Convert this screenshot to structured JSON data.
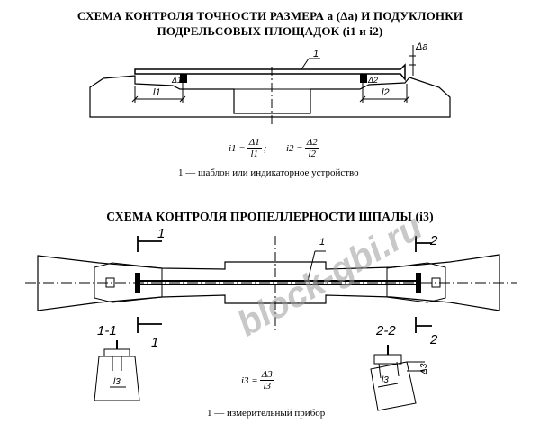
{
  "titles": {
    "top_line1": "СХЕМА КОНТРОЛЯ ТОЧНОСТИ РАЗМЕРА a (Δa) И ПОДУКЛОНКИ",
    "top_line2": "ПОДРЕЛЬСОВЫХ ПЛОЩАДОК (i1 и i2)",
    "bottom": "СХЕМА КОНТРОЛЯ ПРОПЕЛЛЕРНОСТИ ШПАЛЫ (i3)"
  },
  "formulas": {
    "i1": {
      "lhs": "i1 =",
      "num": "Δ1",
      "den": "l1",
      "sep": ";"
    },
    "i2": {
      "lhs": "i2 =",
      "num": "Δ2",
      "den": "l2"
    },
    "i3": {
      "lhs": "i3 =",
      "num": "Δ3",
      "den": "l3"
    }
  },
  "notes": {
    "top": "1 — шаблон или индикаторное устройство",
    "bottom": "1 — измерительный прибор"
  },
  "labels": {
    "item1": "1",
    "delta_a": "Δa",
    "delta1": "Δ1",
    "delta2": "Δ2",
    "delta3": "Δ3",
    "l1": "l1",
    "l2": "l2",
    "l3": "l3",
    "section1": "1",
    "section2": "2",
    "section_11": "1-1",
    "section_22": "2-2"
  },
  "watermark": "block-gbi.ru"
}
